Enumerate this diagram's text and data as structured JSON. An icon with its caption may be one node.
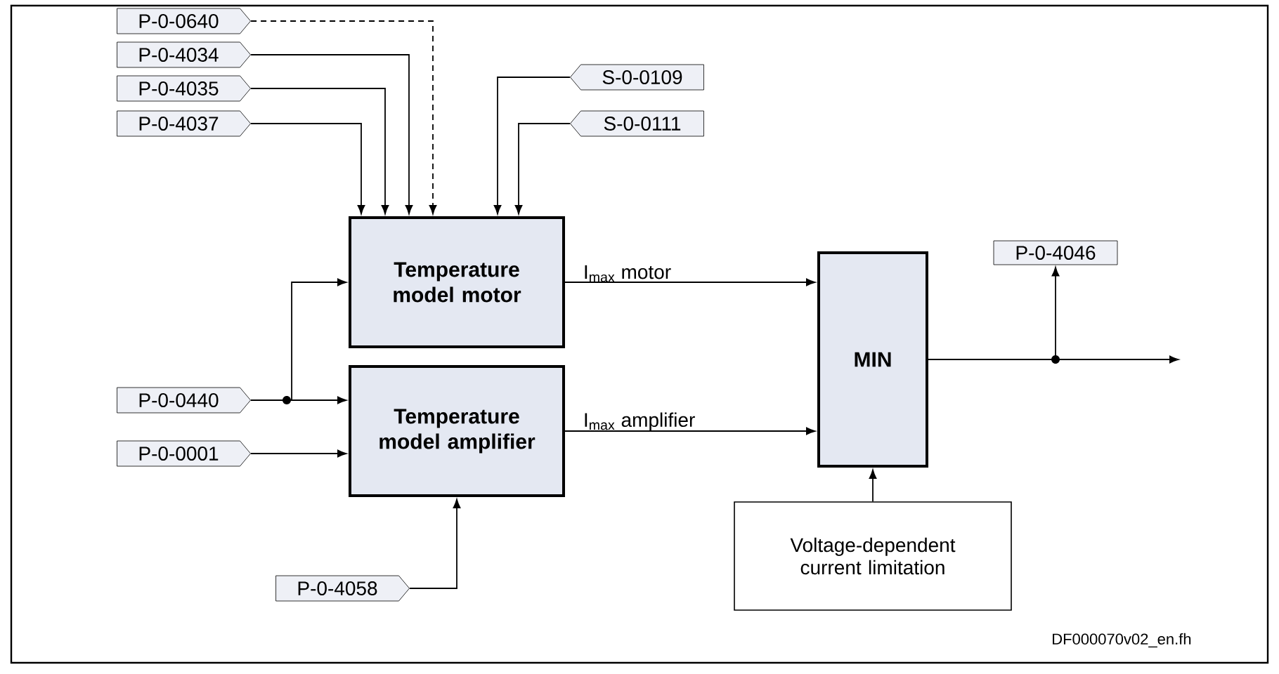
{
  "diagram": {
    "nodes": [
      {
        "text": [
          "P-0-0640"
        ]
      },
      {
        "text": [
          "P-0-4034"
        ]
      },
      {
        "text": [
          "P-0-4035"
        ]
      },
      {
        "text": [
          "P-0-4037"
        ]
      },
      {
        "text": [
          "S-0-0109"
        ]
      },
      {
        "text": [
          "S-0-0111"
        ]
      },
      {
        "text": [
          "Temperature model motor"
        ]
      },
      {
        "text": [
          "P-0-0440"
        ]
      },
      {
        "text": [
          "Temperature model amplifier"
        ]
      },
      {
        "text": [
          "P-0-0001"
        ]
      },
      {
        "text": [
          "P-0-4058"
        ]
      },
      {
        "text": [
          "MIN"
        ]
      },
      {
        "text": [
          "Voltage-dependent current limitation"
        ]
      },
      {
        "text": [
          "P-0-4046"
        ]
      }
    ],
    "edges": [
      {
        "from": 0,
        "to": 6,
        "arrow": "to",
        "style": "dashed"
      },
      {
        "from": 1,
        "to": 6,
        "arrow": "to"
      },
      {
        "from": 2,
        "to": 6,
        "arrow": "to"
      },
      {
        "from": 3,
        "to": 6,
        "arrow": "to"
      },
      {
        "from": 4,
        "to": 6,
        "arrow": "to"
      },
      {
        "from": 5,
        "to": 6,
        "arrow": "to"
      },
      {
        "from": 7,
        "to": 6,
        "arrow": "to"
      },
      {
        "from": 7,
        "to": 8,
        "arrow": "to"
      },
      {
        "from": 9,
        "to": 8,
        "arrow": "to"
      },
      {
        "from": 10,
        "to": 8,
        "arrow": "to"
      },
      {
        "from": 6,
        "to": 11,
        "arrow": "to",
        "label": "I$_{max}$ motor"
      },
      {
        "from": 8,
        "to": 11,
        "arrow": "to",
        "label": "I$_{max}$ amplifier"
      },
      {
        "from": 12,
        "to": 11,
        "arrow": "to"
      },
      {
        "from": 11,
        "to": 13,
        "arrow": "to"
      },
      {
        "from": 11,
        "to": null,
        "arrow": "to"
      }
    ],
    "labels": [
      "DF000070v02_en.fh"
    ]
  }
}
